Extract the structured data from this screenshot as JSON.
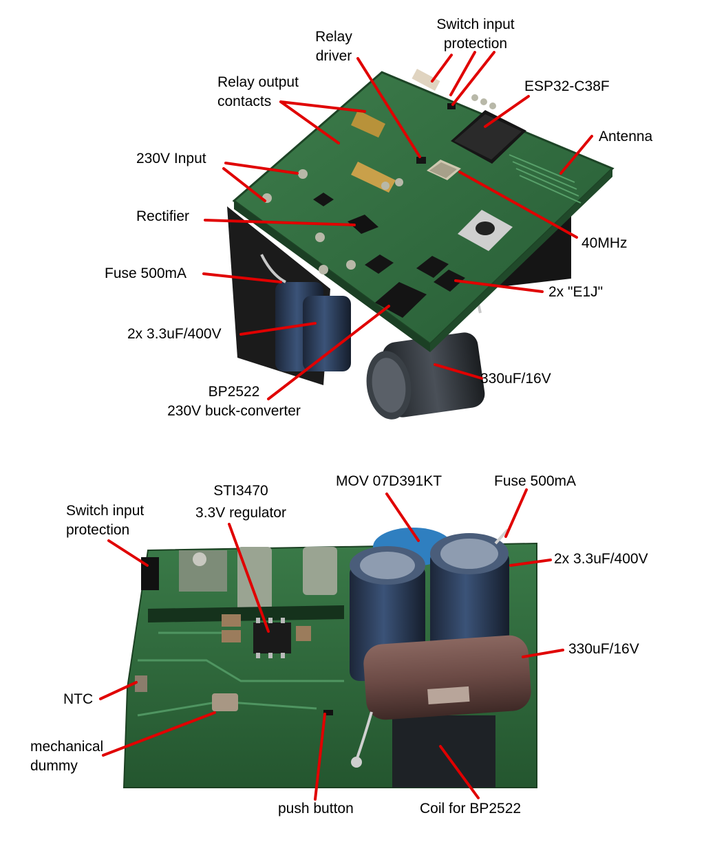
{
  "top_photo": {
    "labels": {
      "switch_input_protection": [
        "Switch input",
        "protection"
      ],
      "relay_driver": [
        "Relay",
        "driver"
      ],
      "relay_output_contacts": [
        "Relay output",
        "contacts"
      ],
      "esp32": "ESP32-C38F",
      "antenna": "Antenna",
      "input_230v": "230V Input",
      "rectifier": "Rectifier",
      "crystal_40mhz": "40MHz",
      "fuse": "Fuse 500mA",
      "e1j": "2x \"E1J\"",
      "caps_400v": "2x 3.3uF/400V",
      "cap_16v": "330uF/16V",
      "bp2522": [
        "BP2522",
        "230V buck-converter"
      ]
    }
  },
  "bottom_photo": {
    "labels": {
      "sti3470": [
        "STI3470",
        "3.3V regulator"
      ],
      "mov": "MOV 07D391KT",
      "fuse": "Fuse 500mA",
      "switch_input_protection": [
        "Switch input",
        "protection"
      ],
      "caps_400v": "2x 3.3uF/400V",
      "cap_16v": "330uF/16V",
      "ntc": "NTC",
      "mechanical_dummy": [
        "mechanical",
        "dummy"
      ],
      "push_button": "push button",
      "coil": "Coil for BP2522"
    }
  },
  "colors": {
    "pcb_green": "#2f6a3e",
    "pcb_dark": "#1f4a2a",
    "leader_line": "#e00000",
    "capacitor_blue": "#2b3c5a",
    "capacitor_brown": "#6b4a45",
    "mov_blue": "#2f7fc0"
  }
}
